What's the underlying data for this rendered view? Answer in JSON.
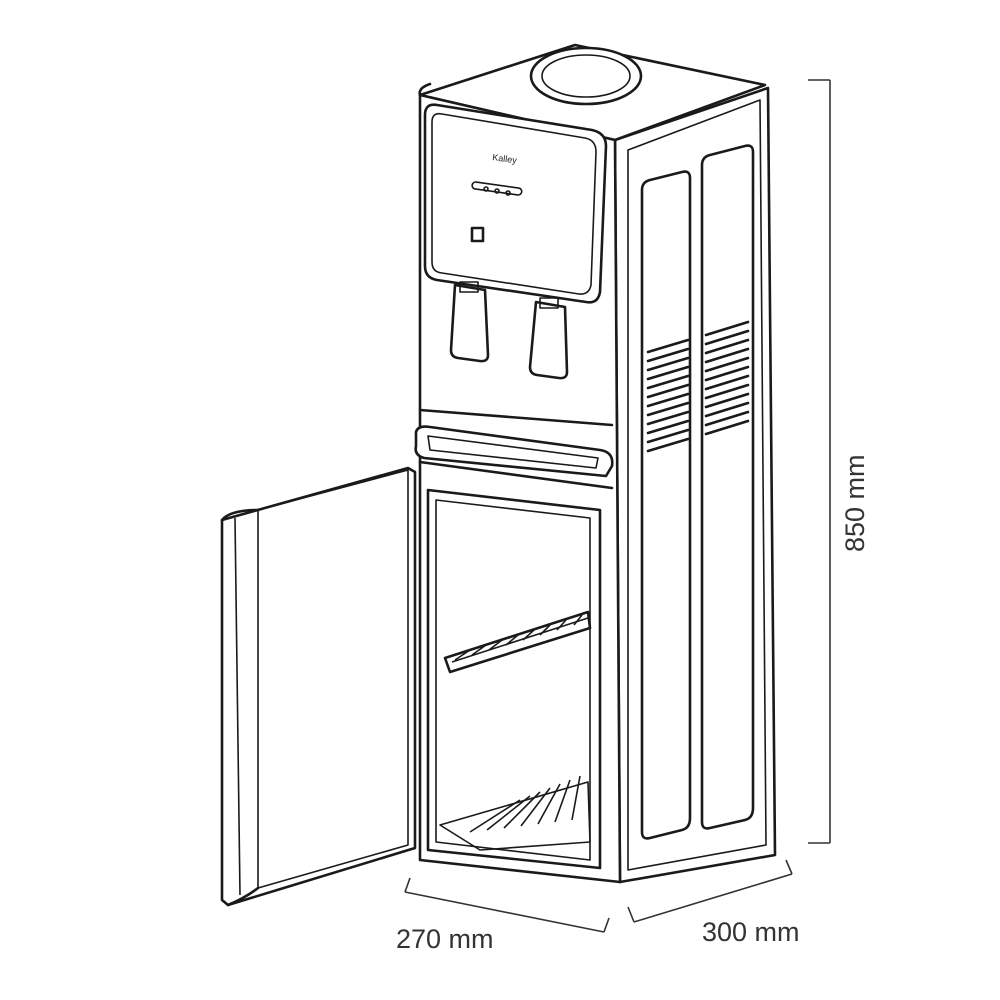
{
  "product": {
    "brand_logo": "Kalley"
  },
  "dimensions": {
    "height": "850 mm",
    "width": "270 mm",
    "depth": "300 mm"
  }
}
